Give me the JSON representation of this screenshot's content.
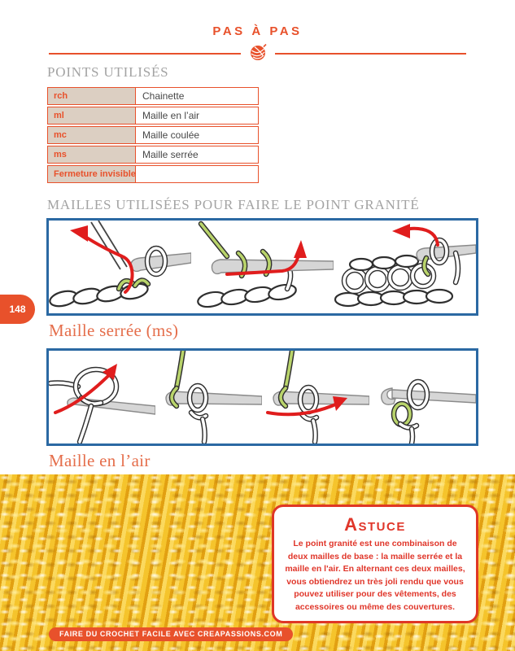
{
  "page": {
    "header_title": "PAS À PAS",
    "page_number": "148",
    "footer_badge": "FAIRE DU CROCHET FACILE AVEC CREAPASSIONS.COM"
  },
  "points_table": {
    "title": "POINTS UTILISÉS",
    "rows": [
      {
        "abbr": "rch",
        "name": "Chainette"
      },
      {
        "abbr": "ml",
        "name": "Maille en l’air"
      },
      {
        "abbr": "mc",
        "name": "Maille coulée"
      },
      {
        "abbr": "ms",
        "name": "Maille serrée"
      },
      {
        "abbr": "Fermeture invisible",
        "name": ""
      }
    ]
  },
  "granite": {
    "section_title": "MAILLES UTILISÉES POUR FAIRE LE POINT GRANITÉ",
    "ms_caption": "Maille serrée (ms)",
    "ml_caption": "Maille en l’air"
  },
  "astuce": {
    "title": "Astuce",
    "body": "Le point granité est une combinaison de deux mailles de base : la maille serrée et la maille en l'air. En alternant ces deux mailles, vous obtiendrez un très joli rendu que vous pouvez utiliser pour des vêtements, des accessoires ou même des couvertures."
  },
  "colors": {
    "accent_orange": "#e8512b",
    "table_cell_beige": "#dccfc2",
    "heading_gray": "#a3a3a3",
    "caption_salmon": "#e56e4b",
    "box_border_blue": "#2b69a3",
    "astuce_red": "#e0362a",
    "fabric_yellow": "#eeb01c",
    "yarn_green": "#b9d46b",
    "arrow_red": "#e01d1d"
  }
}
